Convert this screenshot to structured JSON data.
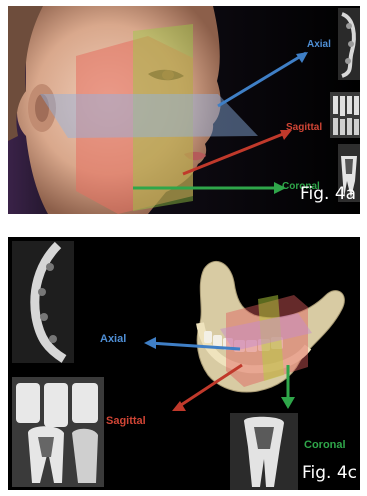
{
  "figure_a": {
    "caption": "Fig. 4a",
    "labels": {
      "axial": "Axial",
      "sagittal": "Sagittal",
      "coronal": "Coronal"
    }
  },
  "figure_c": {
    "caption": "Fig. 4c",
    "labels": {
      "axial": "Axial",
      "sagittal": "Sagittal",
      "coronal": "Coronal"
    }
  },
  "colors": {
    "axial": "#3f7fc6",
    "sagittal": "#c0392b",
    "coronal": "#2fa64a",
    "background": "#000000",
    "page": "#ffffff",
    "skin": "#d9a88c"
  }
}
